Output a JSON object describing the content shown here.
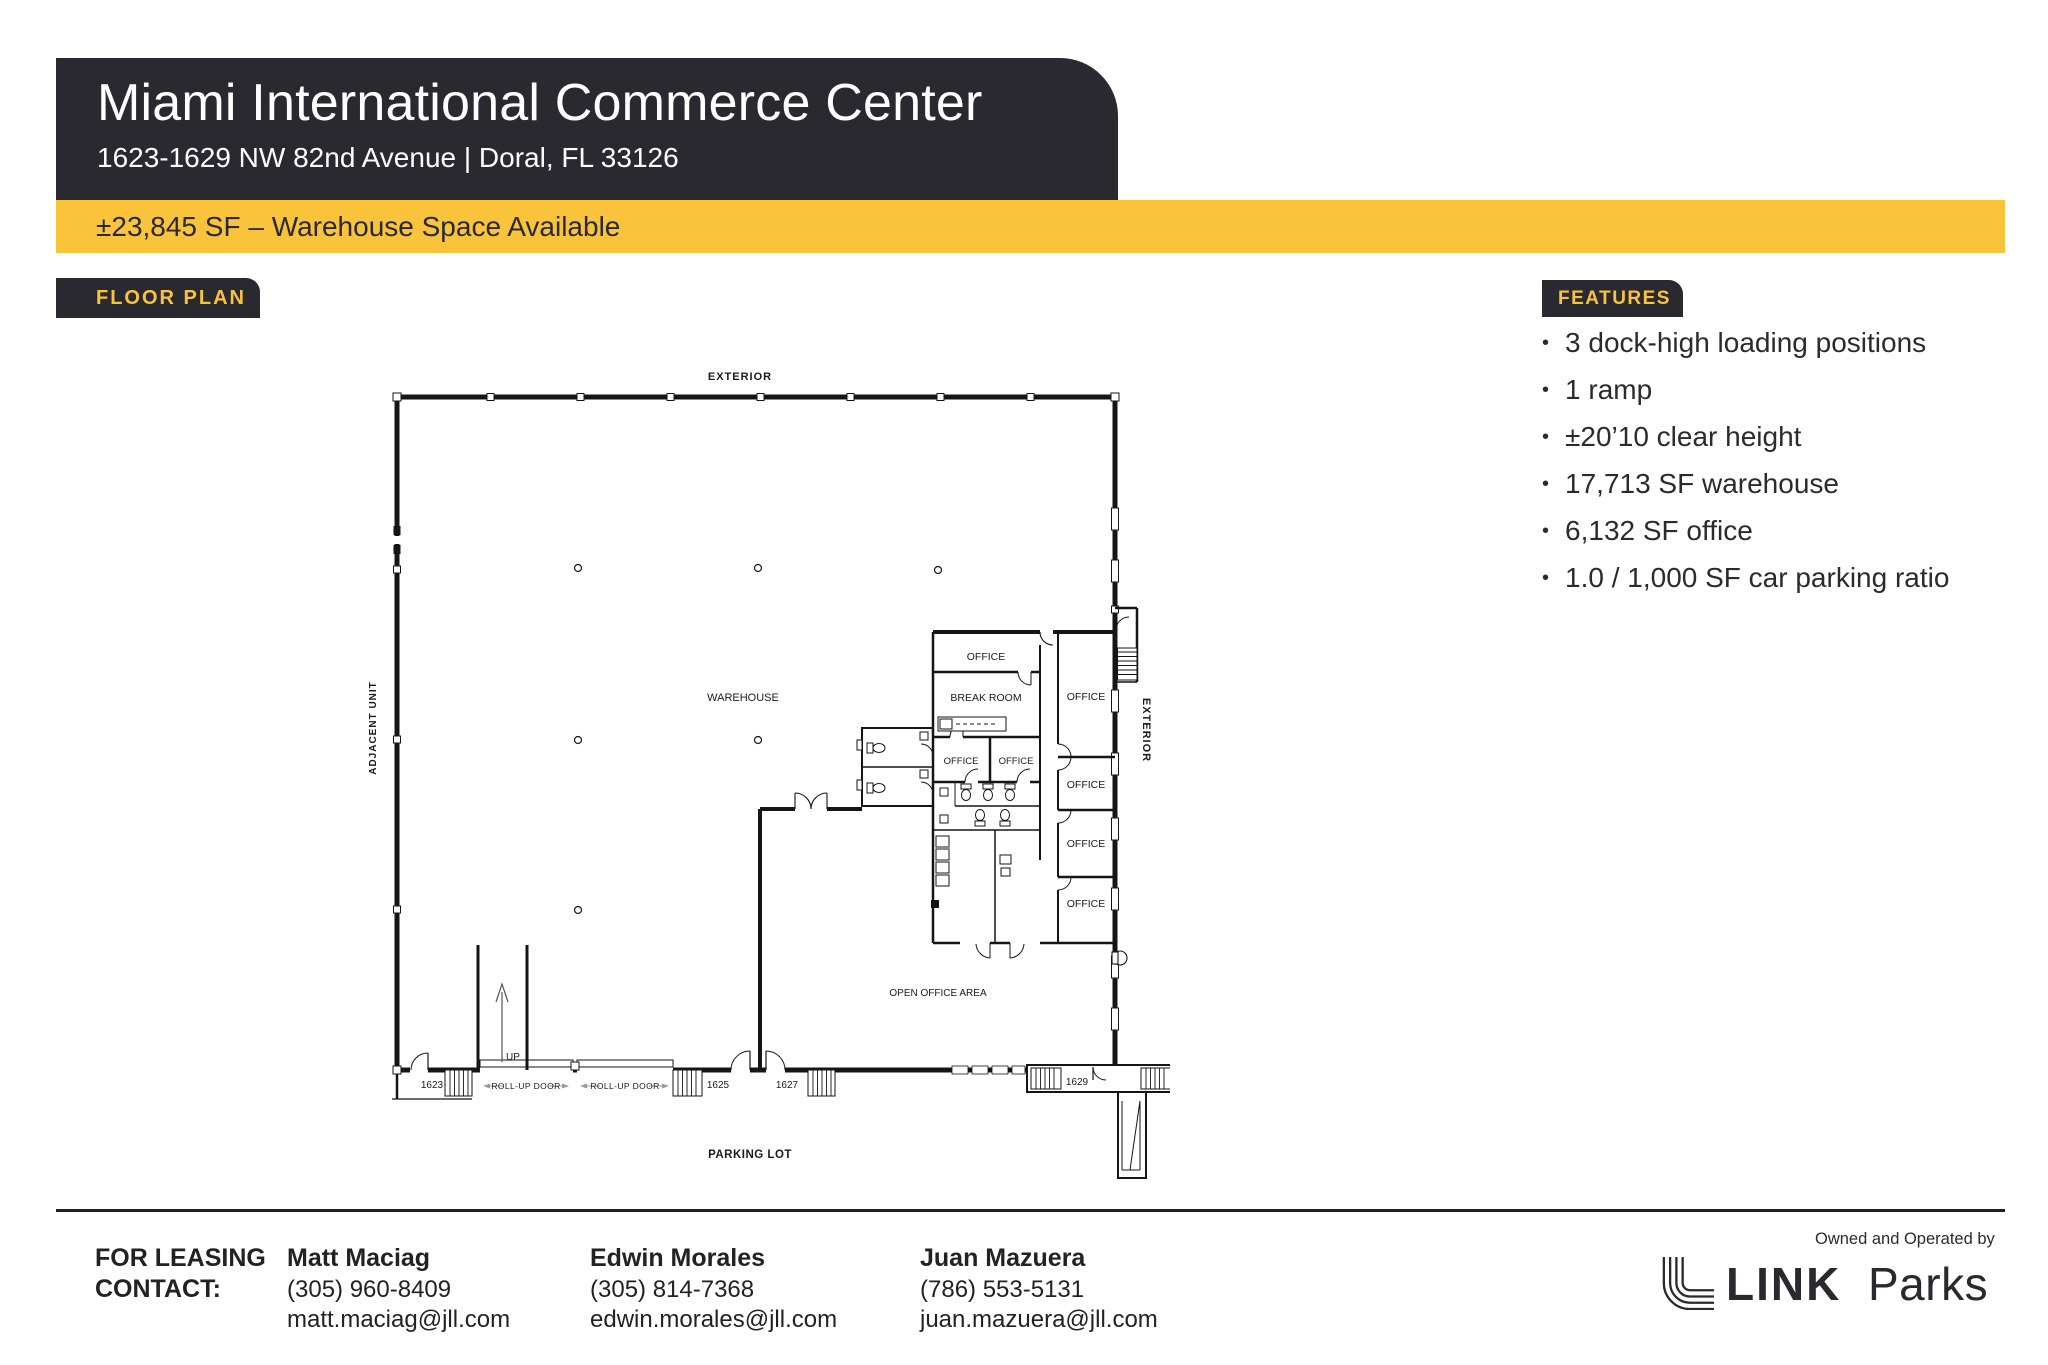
{
  "colors": {
    "dark": "#2A2930",
    "yellow": "#F9C33C"
  },
  "header": {
    "title": "Miami International Commerce Center",
    "address": "1623-1629 NW 82nd Avenue | Doral, FL 33126"
  },
  "banner": {
    "text": "±23,845 SF  – Warehouse Space Available"
  },
  "floor_plan": {
    "section_label": "FLOOR PLAN",
    "labels": {
      "exterior_top": "EXTERIOR",
      "exterior_right": "EXTERIOR",
      "adjacent_unit": "ADJACENT UNIT",
      "warehouse": "WAREHOUSE",
      "office": "OFFICE",
      "break_room": "BREAK ROOM",
      "open_office_area": "OPEN OFFICE AREA",
      "parking_lot": "PARKING LOT",
      "roll_up_door": "ROLL-UP DOOR",
      "up": "UP"
    },
    "units": [
      "1623",
      "1625",
      "1627",
      "1629"
    ]
  },
  "features": {
    "section_label": "FEATURES",
    "bullet": "•",
    "items": [
      "3 dock-high loading positions",
      "1 ramp",
      "±20’10 clear height",
      "17,713 SF warehouse",
      "6,132 SF office",
      "1.0 / 1,000 SF car parking ratio"
    ]
  },
  "contact": {
    "heading_line1": "FOR LEASING",
    "heading_line2": "CONTACT:",
    "people": [
      {
        "name": "Matt Maciag",
        "phone": "(305) 960-8409",
        "email": "matt.maciag@jll.com"
      },
      {
        "name": "Edwin Morales",
        "phone": "(305) 814-7368",
        "email": "edwin.morales@jll.com"
      },
      {
        "name": "Juan Mazuera",
        "phone": "(786) 553-5131",
        "email": "juan.mazuera@jll.com"
      }
    ]
  },
  "footer": {
    "owned_by": "Owned and Operated by",
    "brand_bold": "LINK",
    "brand_light": "Parks"
  }
}
